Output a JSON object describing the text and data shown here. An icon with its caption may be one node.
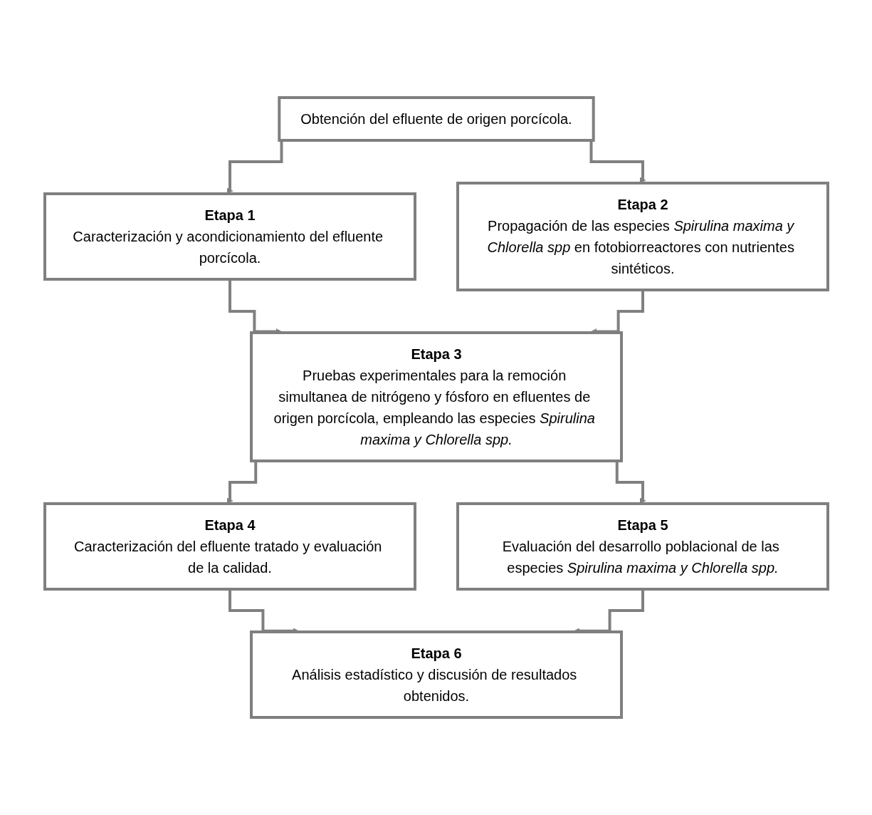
{
  "diagram": {
    "nodes": [
      {
        "text": [
          "Obtención del efluente de origen porcícola."
        ]
      },
      {
        "text": [
          "Etapa 1",
          "Caracterización y acondicionamiento del efluente porcícola."
        ]
      },
      {
        "text": [
          "Etapa 2",
          "Propagación de las especies *Spirulina maxima y Chlorella spp* en fotobiorreactores con nutrientes sintéticos."
        ]
      },
      {
        "text": [
          "Etapa 3",
          "Pruebas experimentales para la remoción simultanea de nitrógeno y fósforo en efluentes de origen porcícola, empleando las especies *Spirulina maxima y Chlorella spp.*"
        ]
      },
      {
        "text": [
          "Etapa 4",
          "Caracterización del efluente tratado y evaluación de la calidad."
        ]
      },
      {
        "text": [
          "Etapa 5",
          "Evaluación del desarrollo poblacional de las especies *Spirulina maxima y Chlorella spp.*"
        ]
      },
      {
        "text": [
          "Etapa 6",
          "Análisis estadístico y discusión de resultados obtenidos."
        ]
      }
    ],
    "edges": [
      {
        "from": 0,
        "to": 1,
        "arrow": "to"
      },
      {
        "from": 0,
        "to": 2,
        "arrow": "to"
      },
      {
        "from": 1,
        "to": 3,
        "arrow": "to"
      },
      {
        "from": 2,
        "to": 3,
        "arrow": "to"
      },
      {
        "from": 3,
        "to": 4,
        "arrow": "to"
      },
      {
        "from": 3,
        "to": 5,
        "arrow": "to"
      },
      {
        "from": 4,
        "to": 6,
        "arrow": "to"
      },
      {
        "from": 5,
        "to": 6,
        "arrow": "to"
      }
    ]
  }
}
